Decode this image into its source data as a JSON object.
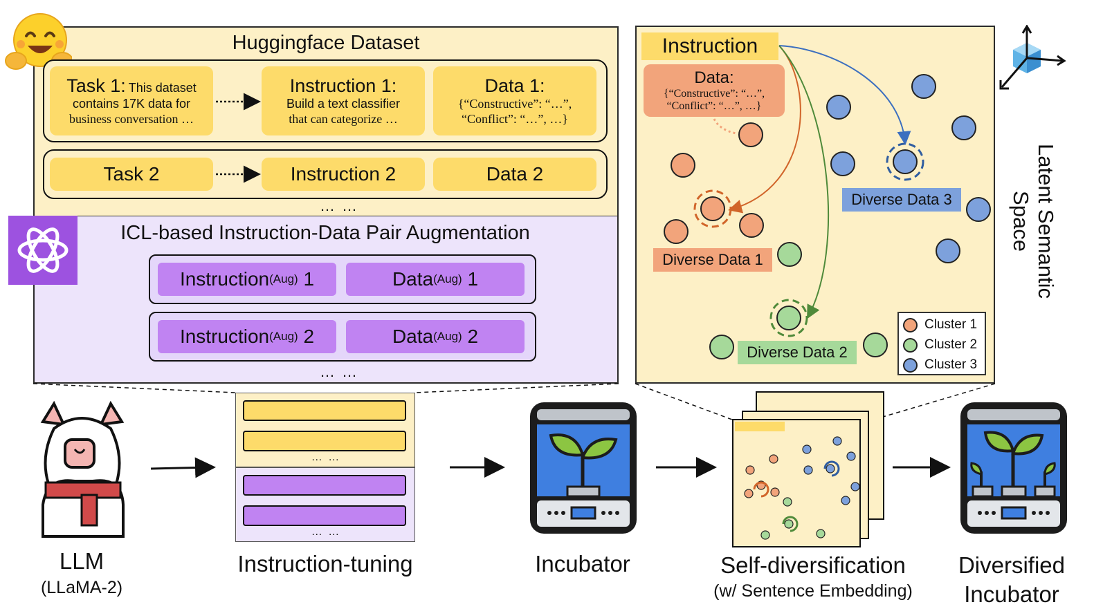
{
  "huggingface": {
    "title": "Huggingface Dataset",
    "task1": {
      "head": "Task 1:",
      "inline": "This dataset",
      "line2": "contains 17K data for",
      "line3": "business conversation …"
    },
    "instruction1": {
      "head": "Instruction 1:",
      "line2": "Build a text classifier",
      "line3": "that can categorize …"
    },
    "data1": {
      "head": "Data 1:",
      "line2": "{“Constructive”: “…”,",
      "line3": "“Conflict”: “…”, …}"
    },
    "task2": "Task 2",
    "instruction2": "Instruction 2",
    "data2": "Data 2",
    "ellipsis": "… …"
  },
  "icl": {
    "title": "ICL-based Instruction-Data Pair Augmentation",
    "row1": {
      "instruction": "Instruction",
      "instruction_sup": "(Aug)",
      "instruction_num": " 1",
      "data": "Data",
      "data_sup": "(Aug)",
      "data_num": " 1"
    },
    "row2": {
      "instruction": "Instruction",
      "instruction_sup": "(Aug)",
      "instruction_num": " 2",
      "data": "Data",
      "data_sup": "(Aug)",
      "data_num": " 2"
    },
    "ellipsis": "… …"
  },
  "latent": {
    "instruction": "Instruction",
    "data_head": "Data:",
    "data_line1": "{“Constructive”: “…”,",
    "data_line2": "“Conflict”: “…”, …}",
    "diverse1": "Diverse Data 1",
    "diverse2": "Diverse Data 2",
    "diverse3": "Diverse Data 3",
    "legend": [
      "Cluster 1",
      "Cluster 2",
      "Cluster 3"
    ],
    "axis_label": "Latent Semantic Space",
    "colors": {
      "cluster1": "#f2a47b",
      "cluster2": "#a6d99a",
      "cluster3": "#7da1dc"
    }
  },
  "pipeline": {
    "llm": "LLM",
    "llm_sub": "(LLaMA-2)",
    "tuning": "Instruction-tuning",
    "tuning_ellipsis": "… …",
    "incubator": "Incubator",
    "selfdiv": "Self-diversification",
    "selfdiv_sub": "(w/ Sentence Embedding)",
    "diversified1": "Diversified",
    "diversified2": "Incubator"
  }
}
